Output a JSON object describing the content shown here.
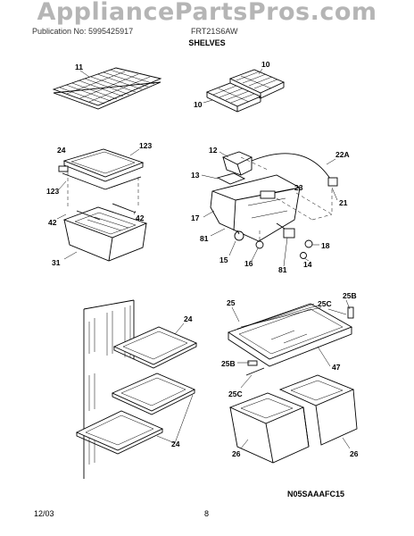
{
  "watermark": "AppliancePartsPros.com",
  "header": {
    "publication_label": "Publication No: 5995425917",
    "model_label": "FRT21S6AW"
  },
  "section_title": "SHELVES",
  "diagram_code": "N05SAAAFC15",
  "footer": {
    "date": "12/03",
    "page": "8"
  },
  "callouts": {
    "c11": "11",
    "c10a": "10",
    "c10b": "10",
    "c24a": "24",
    "c123a": "123",
    "c123b": "123",
    "c42a": "42",
    "c42b": "42",
    "c31": "31",
    "c12": "12",
    "c22a": "22A",
    "c13": "13",
    "c23": "23",
    "c21": "21",
    "c17": "17",
    "c81a": "81",
    "c81b": "81",
    "c15": "15",
    "c16": "16",
    "c14": "14",
    "c18": "18",
    "c24b": "24",
    "c24c": "24",
    "c25a": "25",
    "c25b1": "25B",
    "c25c1": "25C",
    "c47": "47",
    "c25b2": "25B",
    "c25c2": "25C",
    "c26a": "26",
    "c26b": "26"
  }
}
